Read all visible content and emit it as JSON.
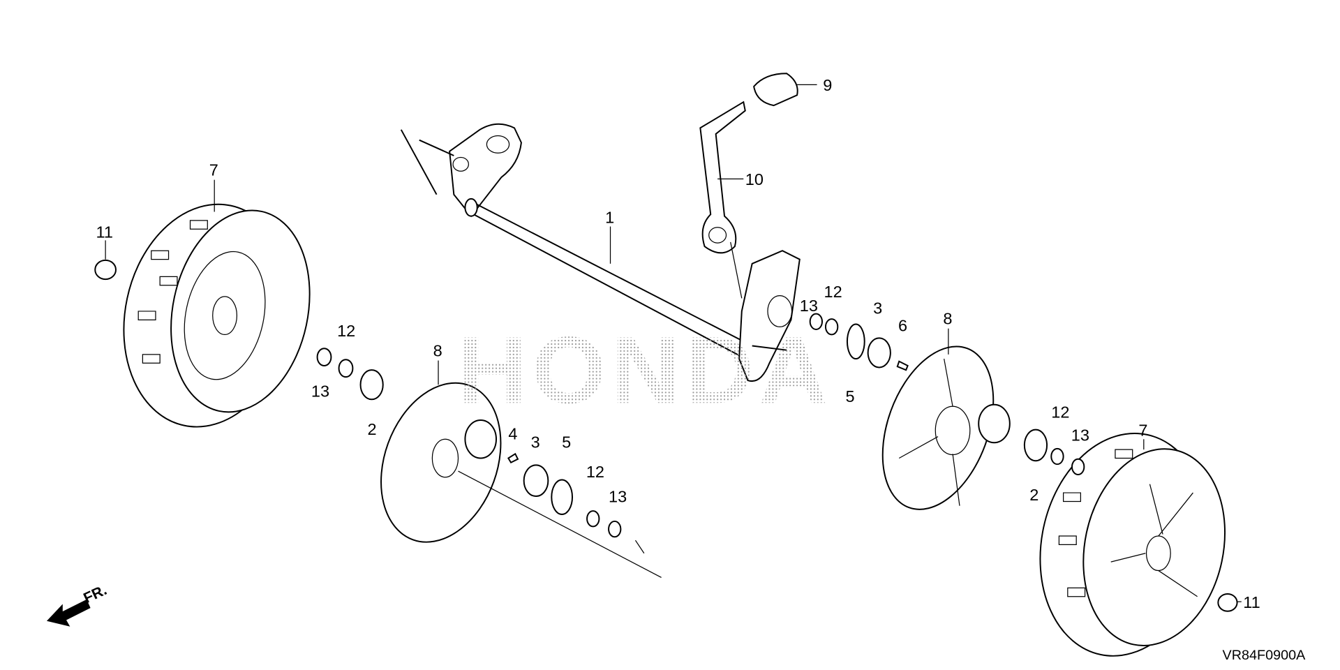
{
  "diagram": {
    "title": "Rear wheel / axle exploded parts diagram",
    "watermark": "HONDA",
    "diagram_code": "VR84F0900A",
    "front_indicator": "FR.",
    "callouts": [
      {
        "label": "1"
      },
      {
        "label": "2"
      },
      {
        "label": "2"
      },
      {
        "label": "3"
      },
      {
        "label": "3"
      },
      {
        "label": "4"
      },
      {
        "label": "5"
      },
      {
        "label": "5"
      },
      {
        "label": "6"
      },
      {
        "label": "7"
      },
      {
        "label": "7"
      },
      {
        "label": "8"
      },
      {
        "label": "8"
      },
      {
        "label": "9"
      },
      {
        "label": "10"
      },
      {
        "label": "11"
      },
      {
        "label": "11"
      },
      {
        "label": "12"
      },
      {
        "label": "12"
      },
      {
        "label": "12"
      },
      {
        "label": "12"
      },
      {
        "label": "13"
      },
      {
        "label": "13"
      },
      {
        "label": "13"
      },
      {
        "label": "13"
      }
    ]
  }
}
